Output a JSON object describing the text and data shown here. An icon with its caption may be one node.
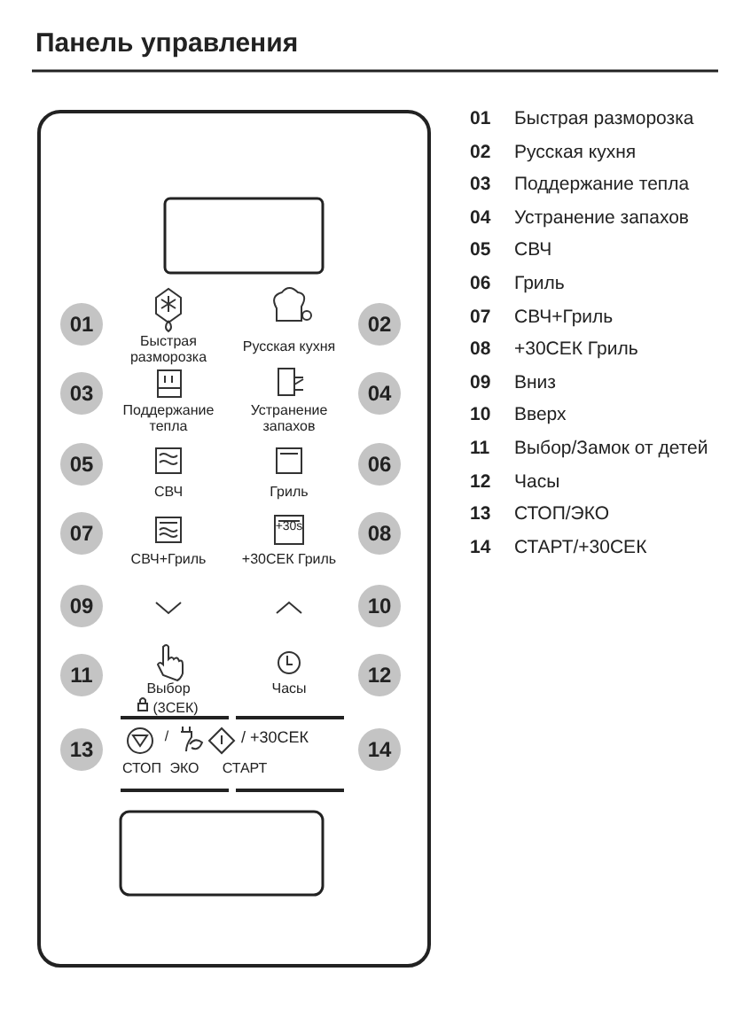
{
  "diagram": {
    "title": "Панель управления",
    "nodes": [
      {
        "text": [],
        "shape": "box"
      },
      {
        "text": [],
        "shape": "box"
      }
    ],
    "labels": [
      "01",
      "Быстрая разморозка",
      "Русская кухня",
      "02",
      "03",
      "Поддержание тепла",
      "Устранение запахов",
      "04",
      "05",
      "СВЧ",
      "Гриль",
      "06",
      "07",
      "СВЧ+Гриль",
      "+30s",
      "+30СЕК Гриль",
      "08",
      "09",
      "10",
      "11",
      "Выбор",
      "(3СЕК)",
      "Часы",
      "12",
      "13",
      "/",
      "СТОП",
      "ЭКО",
      "/ +30СЕК",
      "СТАРТ",
      "14",
      "01",
      "Быстрая разморозка",
      "02",
      "Русская кухня",
      "03",
      "Поддержание тепла",
      "04",
      "Устранение запахов",
      "05",
      "СВЧ",
      "06",
      "Гриль",
      "07",
      "СВЧ+Гриль",
      "08",
      "+30СЕК Гриль",
      "09",
      "Вниз",
      "10",
      "Вверх",
      "11",
      "Выбор/Замок от детей",
      "12",
      "Часы",
      "13",
      "СТОП/ЭКО",
      "14",
      "СТАРТ/+30СЕК"
    ]
  }
}
